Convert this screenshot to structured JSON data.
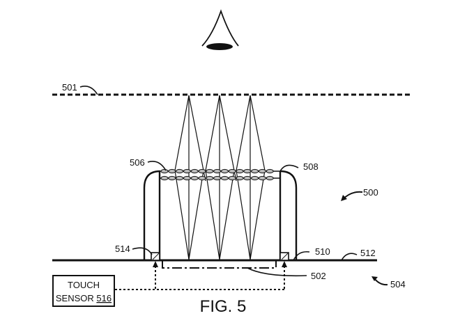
{
  "figure": {
    "title": "FIG. 5",
    "reference_numerals": {
      "system": "500",
      "image_plane": "501",
      "sensor_region": "502",
      "device": "504",
      "lens_array_left": "506",
      "lens_array_right": "508",
      "housing_edge": "510",
      "surface": "512",
      "pressure_sensor": "514"
    },
    "touch_sensor": {
      "line1": "TOUCH",
      "line2_prefix": "SENSOR ",
      "line2_numeral": "516"
    },
    "icons": {
      "viewer": "eye-icon"
    }
  }
}
